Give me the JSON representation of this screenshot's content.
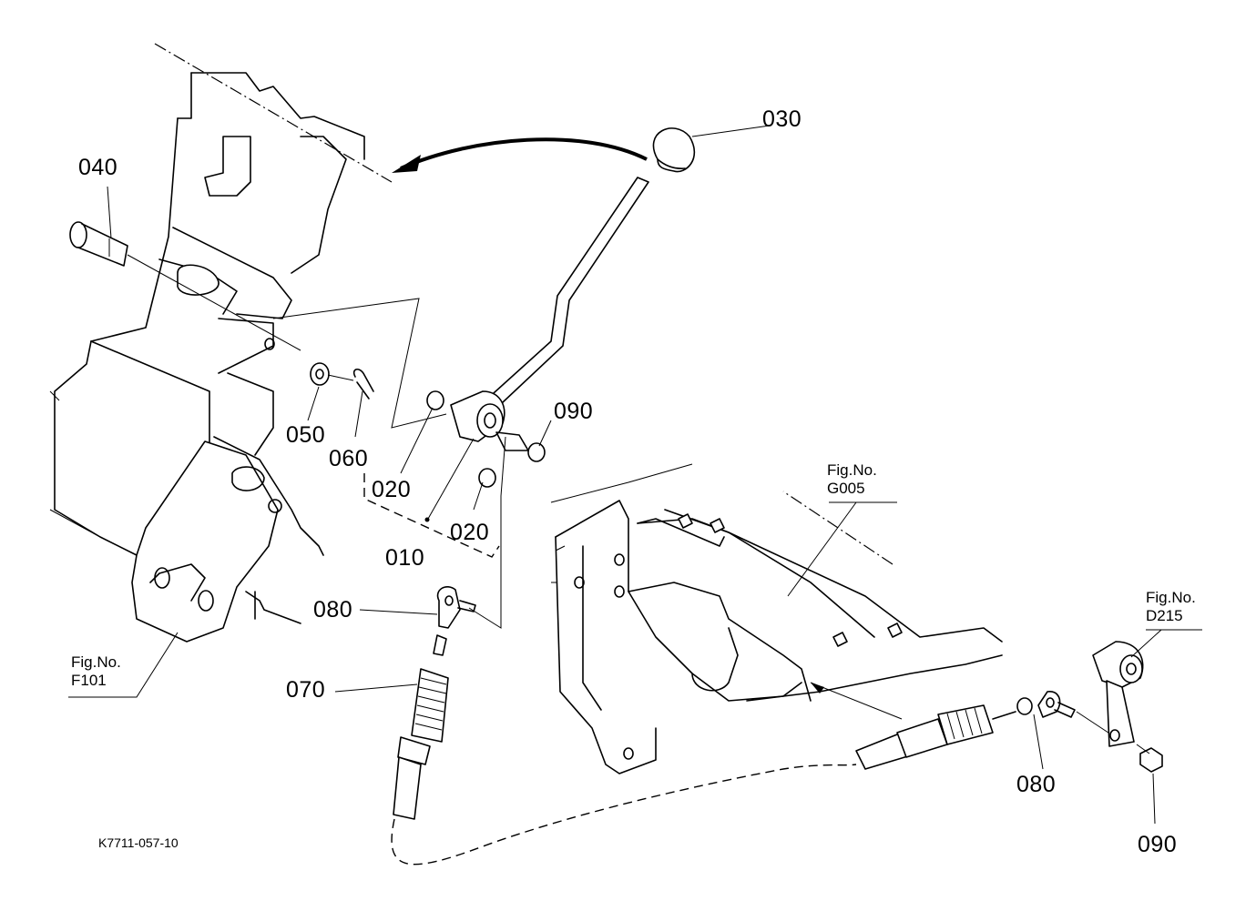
{
  "part_numbers": {
    "p010": "010",
    "p020a": "020",
    "p020b": "020",
    "p030": "030",
    "p040": "040",
    "p050": "050",
    "p060": "060",
    "p070": "070",
    "p080a": "080",
    "p080b": "080",
    "p090a": "090",
    "p090b": "090"
  },
  "figure_refs": {
    "f101": {
      "label": "Fig.No.",
      "number": "F101"
    },
    "g005": {
      "label": "Fig.No.",
      "number": "G005"
    },
    "d215": {
      "label": "Fig.No.",
      "number": "D215"
    }
  },
  "drawing_code": "K7711-057-10"
}
